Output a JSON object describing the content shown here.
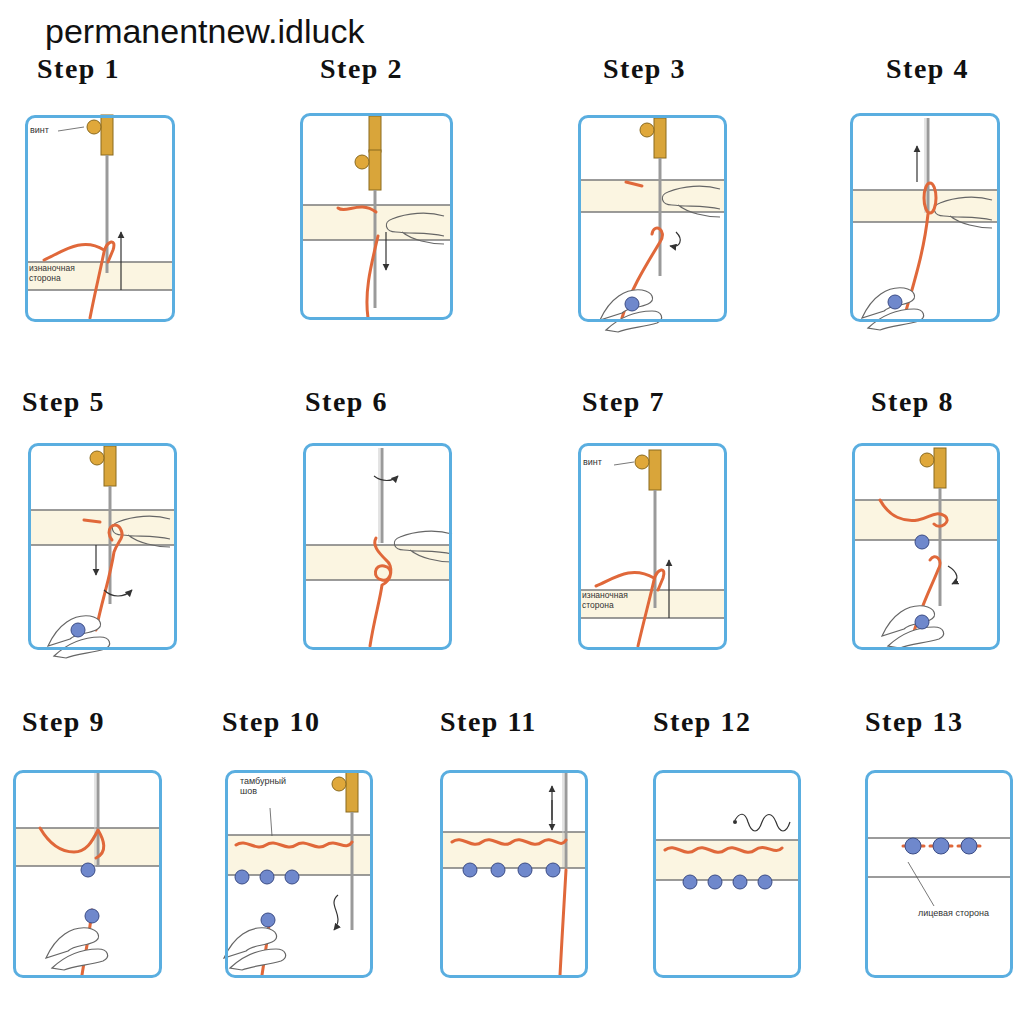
{
  "diagram": {
    "nodes": [
      {
        "text": [
          "Step 1"
        ]
      },
      {
        "text": [
          "Step 2"
        ]
      },
      {
        "text": [
          "Step 3"
        ]
      },
      {
        "text": [
          "Step 4"
        ]
      },
      {
        "text": [
          "Step 5"
        ]
      },
      {
        "text": [
          "Step 6"
        ]
      },
      {
        "text": [
          "Step 7"
        ]
      },
      {
        "text": [
          "Step 8"
        ]
      },
      {
        "text": [
          "Step 9"
        ]
      },
      {
        "text": [
          "Step 10"
        ]
      },
      {
        "text": [
          "Step 11"
        ]
      },
      {
        "text": [
          "Step 12"
        ]
      },
      {
        "text": [
          "Step 13"
        ]
      }
    ],
    "labels": [
      "permanentnew.idluck",
      "винт",
      "изнаночная сторона",
      "винт",
      "изнаночная сторона",
      "тамбурный шов",
      "лицевая сторона"
    ]
  }
}
